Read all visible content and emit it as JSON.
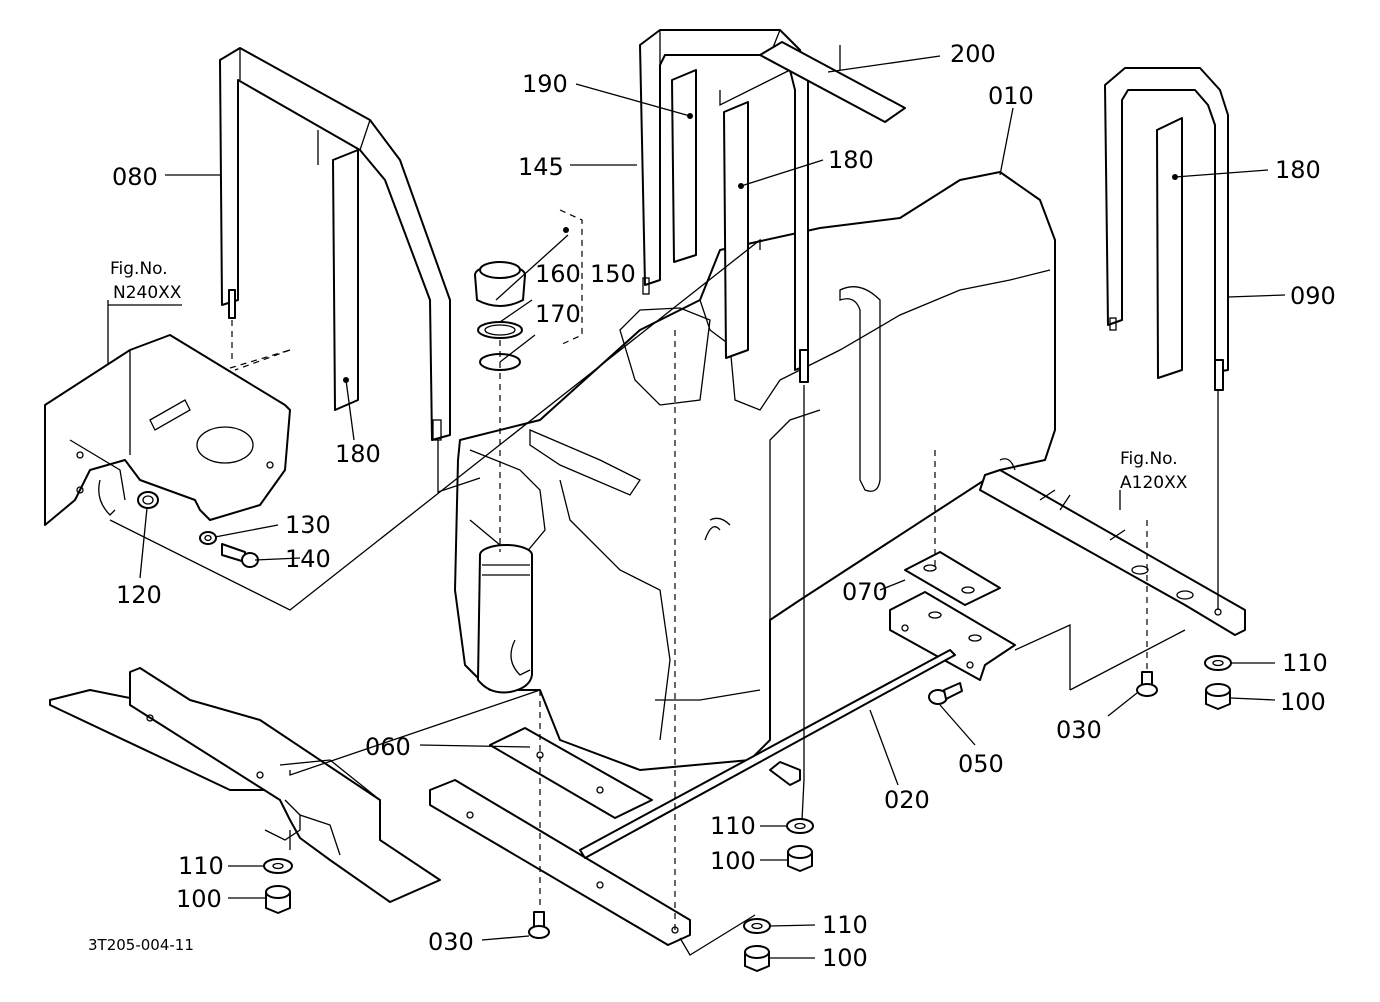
{
  "diagram": {
    "doc_code": "3T205-004-11",
    "fig_refs": [
      {
        "id": "fig-ref-left",
        "line1": "Fig.No.",
        "line2": "N240XX"
      },
      {
        "id": "fig-ref-right",
        "line1": "Fig.No.",
        "line2": "A120XX"
      }
    ],
    "callouts": {
      "c200": "200",
      "c010": "010",
      "c190": "190",
      "c180a": "180",
      "c145": "145",
      "c080": "080",
      "c180b": "180",
      "c090": "090",
      "c160": "160",
      "c150": "150",
      "c170": "170",
      "c180c": "180",
      "c130": "130",
      "c140": "140",
      "c120": "120",
      "c070": "070",
      "c060": "060",
      "c110a": "110",
      "c100a": "100",
      "c030a": "030",
      "c050": "050",
      "c020": "020",
      "c110b": "110",
      "c100b": "100",
      "c110c": "110",
      "c100c": "100",
      "c030b": "030",
      "c110d": "110",
      "c100d": "100"
    }
  }
}
